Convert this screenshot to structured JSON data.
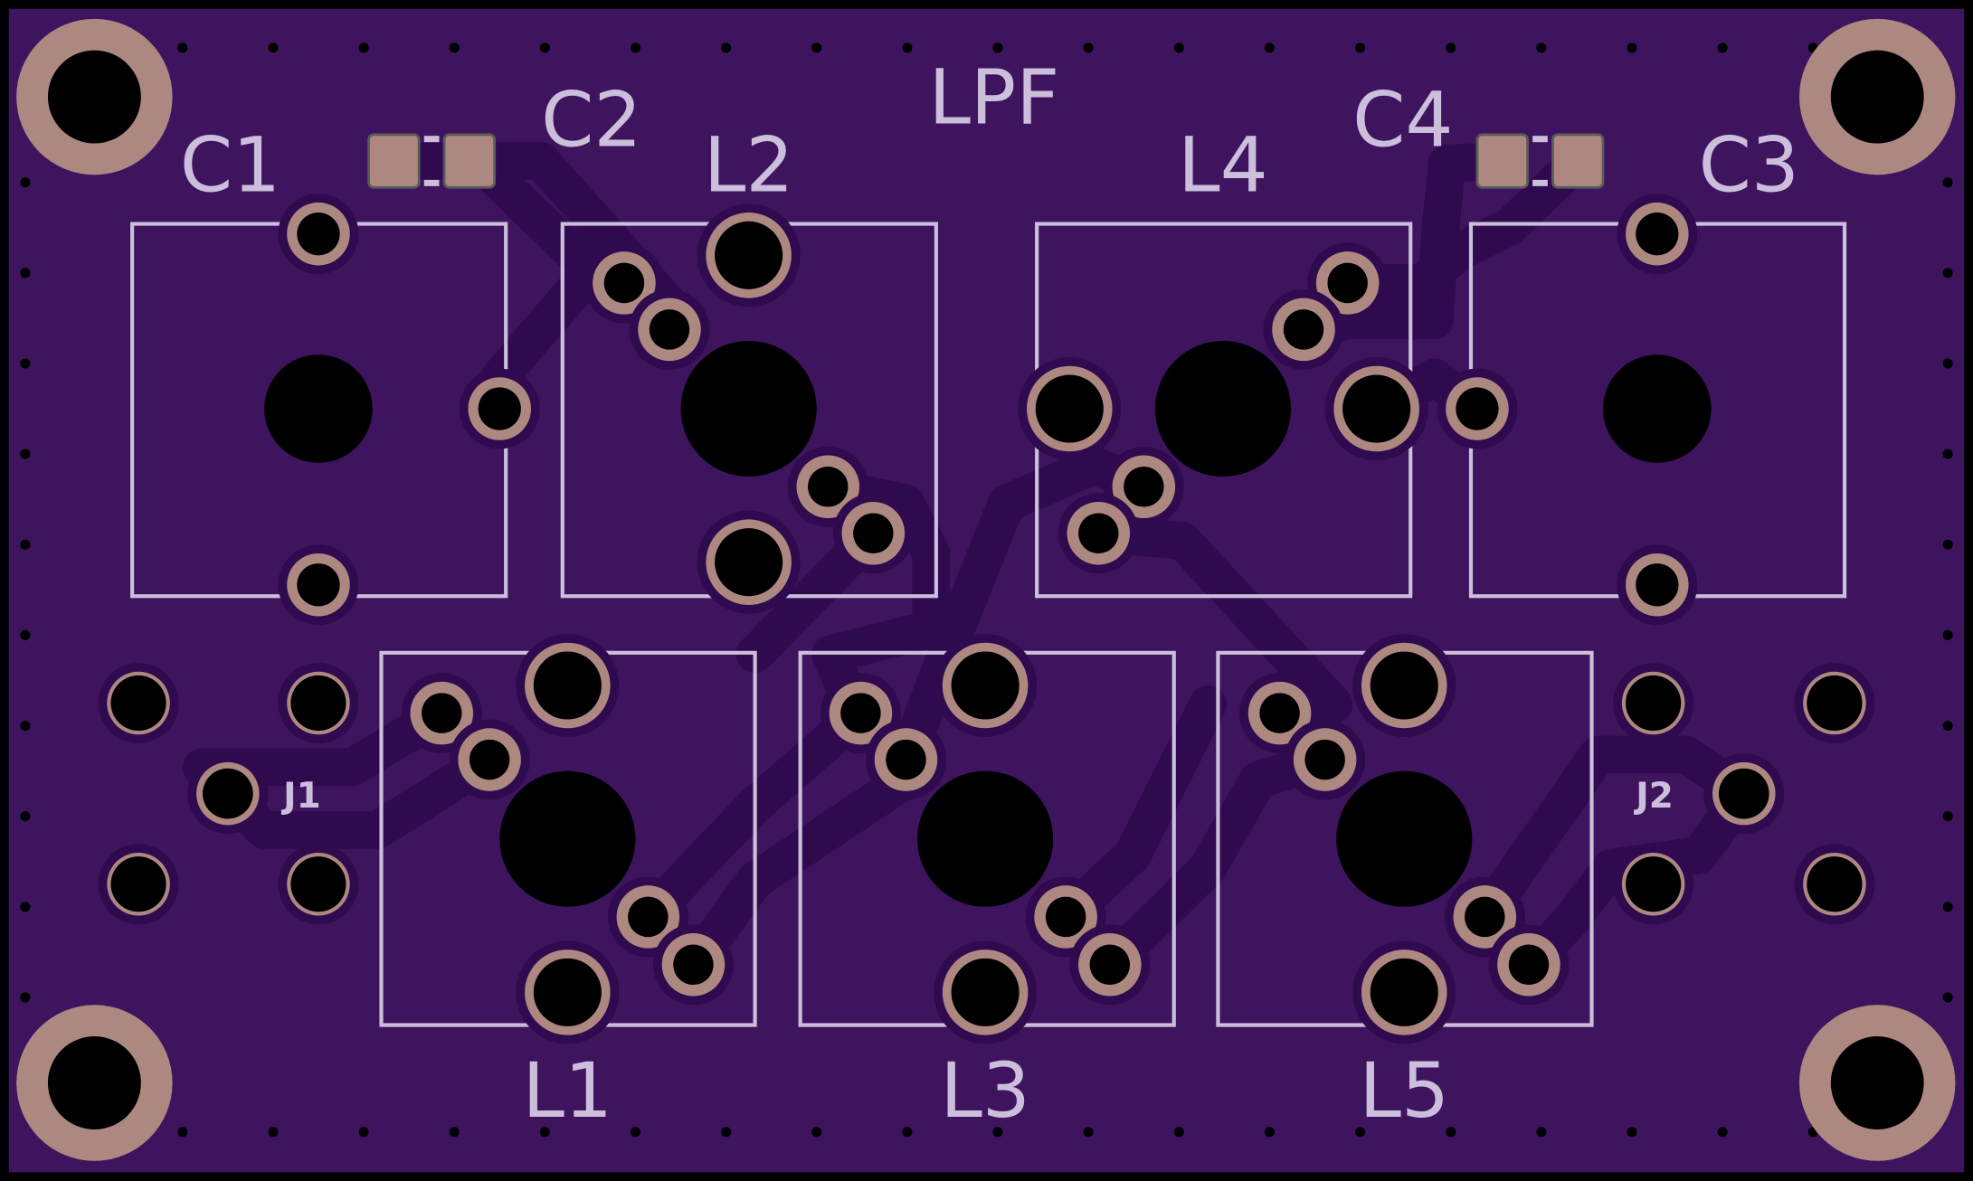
{
  "board": {
    "title": "LPF",
    "colors": {
      "board": "#3e145f",
      "trace": "#2f0a4e",
      "copper": "#ad8880",
      "silk": "#cbbfdc",
      "hole": "#000000"
    },
    "labels": {
      "c1": "C1",
      "c2": "C2",
      "c3": "C3",
      "c4": "C4",
      "l1": "L1",
      "l2": "L2",
      "l3": "L3",
      "l4": "L4",
      "l5": "L5",
      "j1": "J1",
      "j2": "J2"
    }
  }
}
